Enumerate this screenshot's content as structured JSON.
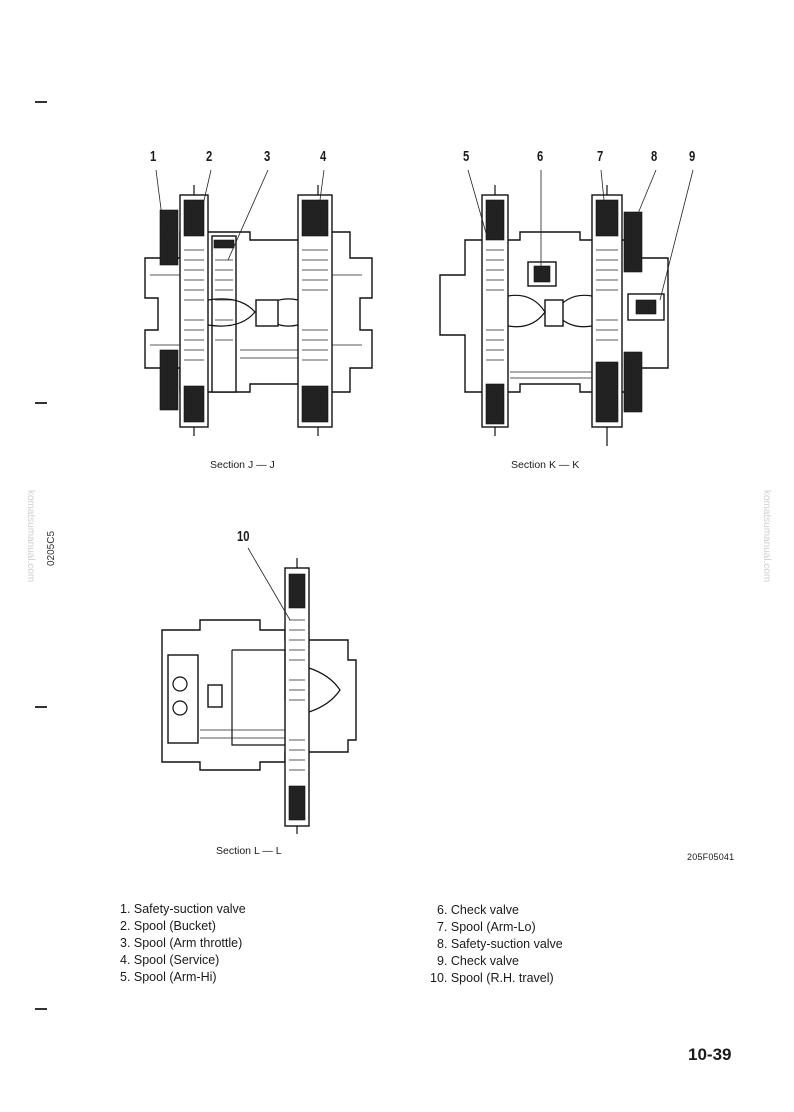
{
  "callouts": {
    "n1": "1",
    "n2": "2",
    "n3": "3",
    "n4": "4",
    "n5": "5",
    "n6": "6",
    "n7": "7",
    "n8": "8",
    "n9": "9",
    "n10": "10"
  },
  "captions": {
    "jj": "Section J — J",
    "kk": "Section K — K",
    "ll": "Section L — L"
  },
  "figure_code": "205F05041",
  "legend_left": [
    "1. Safety-suction valve",
    "2. Spool (Bucket)",
    "3. Spool (Arm throttle)",
    "4. Spool (Service)",
    "5. Spool (Arm-Hi)"
  ],
  "legend_right": [
    "6. Check valve",
    "7. Spool (Arm-Lo)",
    "8. Safety-suction valve",
    "9. Check valve",
    "10. Spool (R.H. travel)"
  ],
  "page_number": "10-39",
  "watermark": "komatsumanual.com",
  "doc_number": "0205C5"
}
